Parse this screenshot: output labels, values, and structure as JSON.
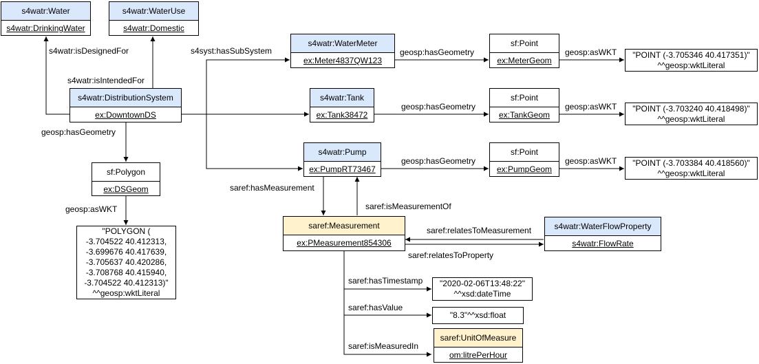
{
  "nodes": {
    "water": {
      "type": "s4watr:Water",
      "instance": "s4watr:DrinkingWater"
    },
    "wateruse": {
      "type": "s4watr:WaterUse",
      "instance": "s4watr:Domestic"
    },
    "distribution": {
      "type": "s4watr:DistributionSystem",
      "instance": "ex:DowntownDS"
    },
    "polygon": {
      "type": "sf:Polygon",
      "instance": "ex:DSGeom"
    },
    "meter": {
      "type": "s4watr:WaterMeter",
      "instance": "ex:Meter4837QW123"
    },
    "tank": {
      "type": "s4watr:Tank",
      "instance": "ex:Tank38472"
    },
    "pump": {
      "type": "s4watr:Pump",
      "instance": "ex:PumpRT73467"
    },
    "meter_point": {
      "type": "sf:Point",
      "instance": "ex:MeterGeom"
    },
    "tank_point": {
      "type": "sf:Point",
      "instance": "ex:TankGeom"
    },
    "pump_point": {
      "type": "sf:Point",
      "instance": "ex:PumpGeom"
    },
    "measurement": {
      "type": "saref:Measurement",
      "instance": "ex:PMeasurement854306"
    },
    "flowprop": {
      "type": "s4watr:WaterFlowProperty",
      "instance": "s4watr:FlowRate"
    },
    "unit": {
      "type": "saref:UnitOfMeasure",
      "instance": "om:litrePerHour"
    }
  },
  "literals": {
    "polygon_wkt": [
      "\"POLYGON (",
      "-3.704522 40.412313,",
      "-3.699676 40.417639,",
      "-3.705637 40.420286,",
      "-3.708768 40.415940,",
      "-3.704522 40.412313)\"",
      "^^geosp:wktLiteral"
    ],
    "meter_wkt": [
      "\"POINT (-3.705346 40.417351)\"",
      "^^geosp:wktLiteral"
    ],
    "tank_wkt": [
      "\"POINT (-3.703240 40.418498)\"",
      "^^geosp:wktLiteral"
    ],
    "pump_wkt": [
      "\"POINT (-3.703384 40.418560)\"",
      "^^geosp:wktLiteral"
    ],
    "timestamp": [
      "\"2020-02-06T13:48:22\"",
      "^^xsd:dateTime"
    ],
    "value": [
      "\"8.3\"^^xsd:float"
    ]
  },
  "edges": {
    "is_designed_for": "s4watr:isDesignedFor",
    "is_intended_for": "s4watr:isIntendedFor",
    "has_subsystem": "s4syst:hasSubSystem",
    "ds_has_geometry": "geosp:hasGeometry",
    "ds_as_wkt": "geosp:asWKT",
    "meter_has_geometry": "geosp:hasGeometry",
    "tank_has_geometry": "geosp:hasGeometry",
    "pump_has_geometry": "geosp:hasGeometry",
    "meter_as_wkt": "geosp:asWKT",
    "tank_as_wkt": "geosp:asWKT",
    "pump_as_wkt": "geosp:asWKT",
    "has_measurement": "saref:hasMeasurement",
    "is_measurement_of": "saref:isMeasurementOf",
    "relates_to_measurement": "saref:relatesToMeasurement",
    "relates_to_property": "saref:relatesToProperty",
    "has_timestamp": "saref:hasTimestamp",
    "has_value": "saref:hasValue",
    "is_measured_in": "saref:isMeasuredIn"
  },
  "colors": {
    "class_fill": "#dae8fc",
    "saref_fill": "#fff2cc",
    "stroke": "#000000"
  }
}
